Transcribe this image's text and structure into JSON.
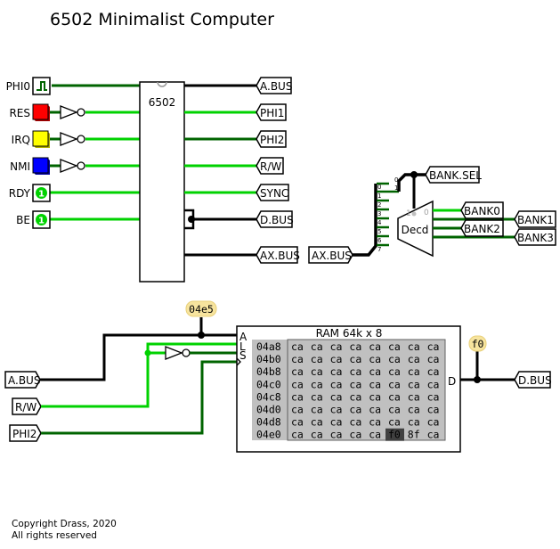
{
  "title": "6502 Minimalist Computer",
  "colors": {
    "wire_on": "#00d200",
    "wire_off": "#006400",
    "bus": "#000000",
    "res_button": "#ff0000",
    "irq_button": "#ffff00",
    "nmi_button": "#0000ff",
    "probe_fill": "#f7e49e",
    "ram_grid": "#c0c0c0",
    "ram_highlight": "#404040"
  },
  "inputs": [
    {
      "label": "PHI0",
      "type": "clock"
    },
    {
      "label": "RES",
      "type": "button",
      "color": "red"
    },
    {
      "label": "IRQ",
      "type": "button",
      "color": "yellow"
    },
    {
      "label": "NMI",
      "type": "button",
      "color": "blue"
    },
    {
      "label": "RDY",
      "type": "constant",
      "value": "1"
    },
    {
      "label": "BE",
      "type": "constant",
      "value": "1"
    }
  ],
  "cpu": {
    "label": "6502"
  },
  "cpu_outputs": [
    "A.BUS",
    "PHI1",
    "PHI2",
    "R/W",
    "SYNC",
    "D.BUS",
    "AX.BUS"
  ],
  "decoder": {
    "label": "Decd",
    "input_tunnel": "AX.BUS",
    "select_tunnel": "BANK.SEL",
    "splitter_bits": [
      "0",
      "1",
      "2",
      "3",
      "4",
      "5",
      "6",
      "7"
    ],
    "splitter_out": [
      "0",
      "1"
    ],
    "select_value": "1",
    "output_index": "0",
    "outputs": [
      "BANK0",
      "BANK1",
      "BANK2",
      "BANK3"
    ]
  },
  "ram": {
    "title": "RAM 64k x 8",
    "pins": {
      "address": "A",
      "load": "L",
      "store": "S",
      "data": "D"
    },
    "address_probe": "04e5",
    "data_probe": "f0",
    "input_tunnels": [
      "A.BUS",
      "R/W",
      "PHI2"
    ],
    "output_tunnel": "D.BUS",
    "rows": [
      {
        "addr": "04a8",
        "cells": [
          "ca",
          "ca",
          "ca",
          "ca",
          "ca",
          "ca",
          "ca",
          "ca"
        ]
      },
      {
        "addr": "04b0",
        "cells": [
          "ca",
          "ca",
          "ca",
          "ca",
          "ca",
          "ca",
          "ca",
          "ca"
        ]
      },
      {
        "addr": "04b8",
        "cells": [
          "ca",
          "ca",
          "ca",
          "ca",
          "ca",
          "ca",
          "ca",
          "ca"
        ]
      },
      {
        "addr": "04c0",
        "cells": [
          "ca",
          "ca",
          "ca",
          "ca",
          "ca",
          "ca",
          "ca",
          "ca"
        ]
      },
      {
        "addr": "04c8",
        "cells": [
          "ca",
          "ca",
          "ca",
          "ca",
          "ca",
          "ca",
          "ca",
          "ca"
        ]
      },
      {
        "addr": "04d0",
        "cells": [
          "ca",
          "ca",
          "ca",
          "ca",
          "ca",
          "ca",
          "ca",
          "ca"
        ]
      },
      {
        "addr": "04d8",
        "cells": [
          "ca",
          "ca",
          "ca",
          "ca",
          "ca",
          "ca",
          "ca",
          "ca"
        ]
      },
      {
        "addr": "04e0",
        "cells": [
          "ca",
          "ca",
          "ca",
          "ca",
          "ca",
          "f0",
          "8f",
          "ca"
        ]
      }
    ],
    "highlight_row": 7,
    "highlight_col": 5
  },
  "footer": {
    "line1": "Copyright Drass, 2020",
    "line2": "All rights reserved"
  }
}
